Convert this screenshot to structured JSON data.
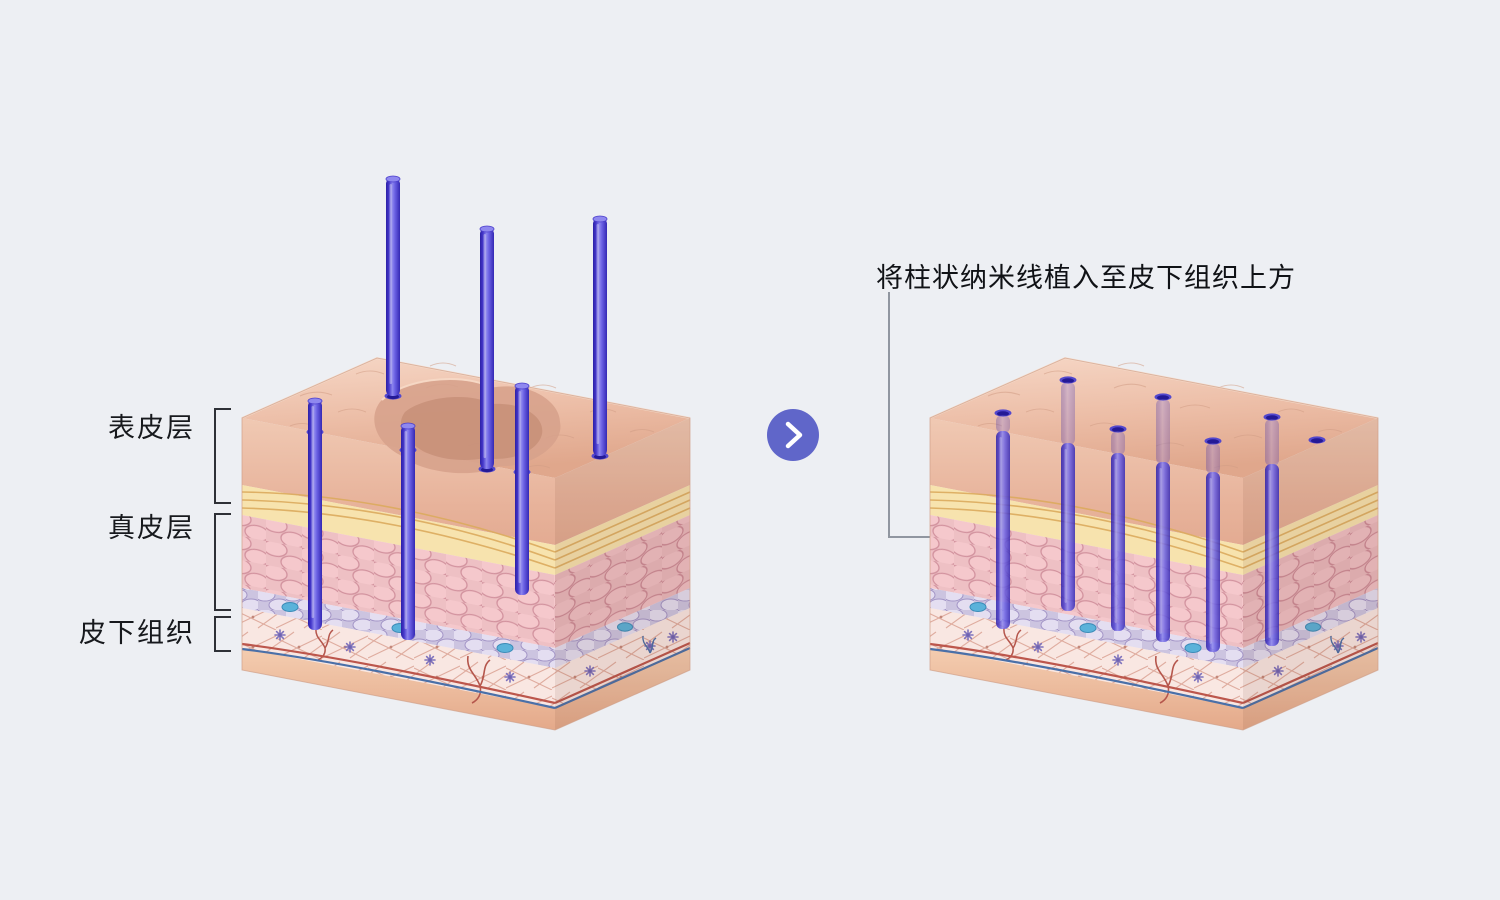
{
  "canvas": {
    "background": "#edeff3"
  },
  "before_diagram": {
    "description": "skin cross-section block with columnar nano threads partially inserted",
    "layer_labels": [
      {
        "id": "epidermis",
        "text": "表皮层"
      },
      {
        "id": "dermis",
        "text": "真皮层"
      },
      {
        "id": "subcutaneous",
        "text": "皮下组织"
      }
    ],
    "threads_above_skin": 3,
    "threads_inserted": 3
  },
  "transition": {
    "icon": "chevron-right-icon",
    "badge_color": "#6066c9"
  },
  "after_diagram": {
    "annotation": "将柱状纳米线植入至皮下组织上方",
    "implanted_threads": 6,
    "surface_holes": 7
  },
  "palette": {
    "thread": "#4b3ecc",
    "skin_top": "#ecbda6",
    "epidermis": "#e7b29a",
    "fat_membrane": "#f7e3ae",
    "dermis_cells": "#f5c8cc",
    "basal_cells": "#ccc4e0",
    "subcutaneous": "#f9e7e2",
    "vessel_red": "#bc564c",
    "vessel_blue": "#4a70a8"
  }
}
